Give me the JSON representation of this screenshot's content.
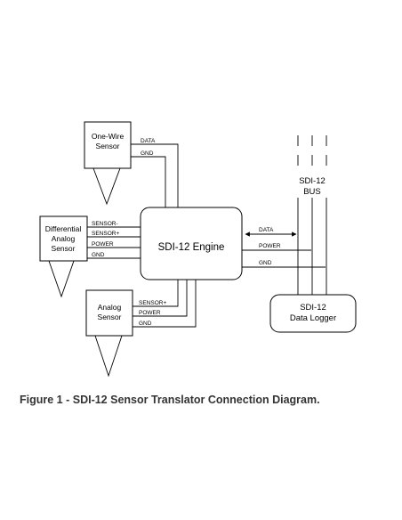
{
  "sensors": {
    "one_wire": {
      "line1": "One-Wire",
      "line2": "Sensor",
      "pins": [
        "DATA",
        "GND"
      ]
    },
    "differential": {
      "line1": "Differential",
      "line2": "Analog",
      "line3": "Sensor",
      "pins": [
        "SENSOR-",
        "SENSOR+",
        "POWER",
        "GND"
      ]
    },
    "analog": {
      "line1": "Analog",
      "line2": "Sensor",
      "pins": [
        "SENSOR+",
        "POWER",
        "GND"
      ]
    }
  },
  "engine": {
    "label": "SDI-12 Engine"
  },
  "bus_connections": [
    "DATA",
    "POWER",
    "GND"
  ],
  "bus": {
    "line1": "SDI-12",
    "line2": "BUS"
  },
  "logger": {
    "line1": "SDI-12",
    "line2": "Data Logger"
  },
  "caption": "Figure 1 - SDI-12 Sensor Translator Connection Diagram."
}
